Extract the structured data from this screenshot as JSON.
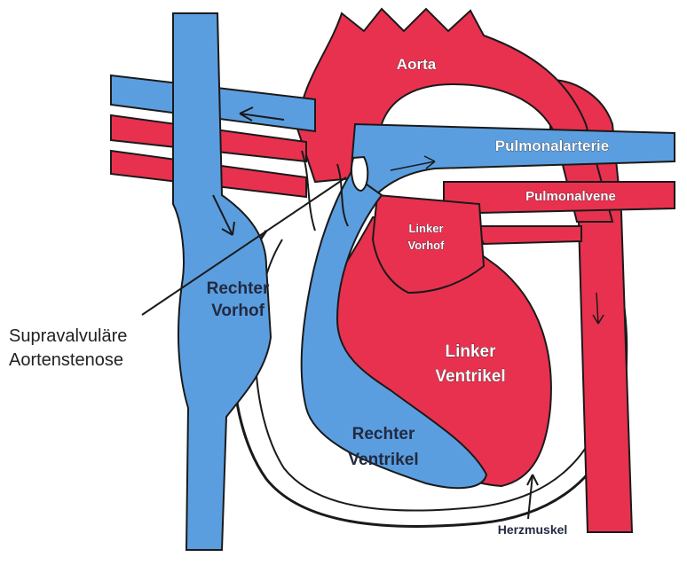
{
  "labels": {
    "aorta": "Aorta",
    "pulmonalarterie": "Pulmonalarterie",
    "pulmonalvene": "Pulmonalvene",
    "linker_vorhof_1": "Linker",
    "linker_vorhof_2": "Vorhof",
    "rechter_vorhof_1": "Rechter",
    "rechter_vorhof_2": "Vorhof",
    "supravalvulaere_1": "Supravalvuläre",
    "supravalvulaere_2": "Aortenstenose",
    "linker_ventrikel_1": "Linker",
    "linker_ventrikel_2": "Ventrikel",
    "rechter_ventrikel_1": "Rechter",
    "rechter_ventrikel_2": "Ventrikel",
    "herzmuskel": "Herzmuskel"
  },
  "colors": {
    "venous_blue": "#5b9ee0",
    "arterial_red": "#e8314f",
    "outline": "#1a1a1a",
    "background": "#ffffff"
  }
}
